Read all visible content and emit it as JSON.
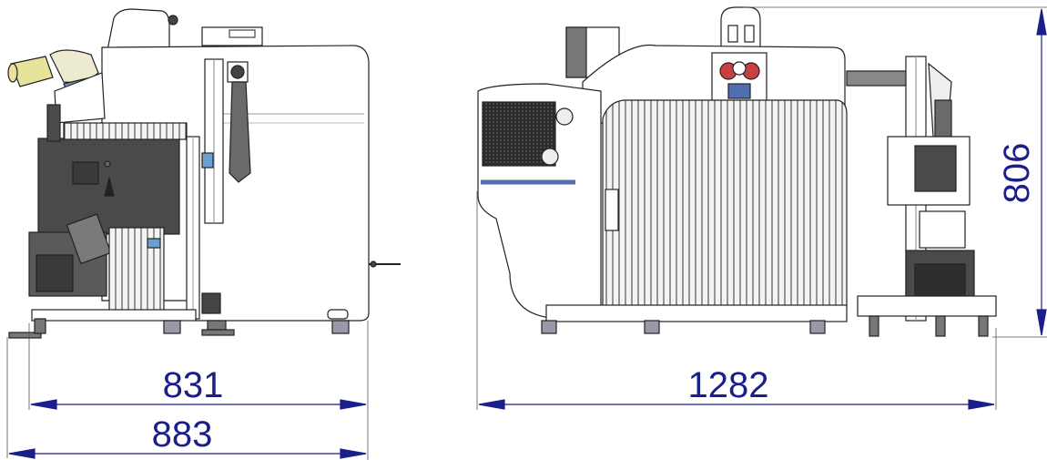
{
  "dimensions": {
    "side_depth_body": "831",
    "side_depth_overall": "883",
    "front_width": "1282",
    "height": "806"
  },
  "colors": {
    "dimension": "#1a1f8c",
    "outline": "#222222",
    "housing": "#ffffff",
    "dark_panel": "#4a4a4a",
    "accent_blue": "#4f6fb0",
    "eyepiece_yellow": "#e8e39a",
    "knob_red": "#c94040"
  }
}
